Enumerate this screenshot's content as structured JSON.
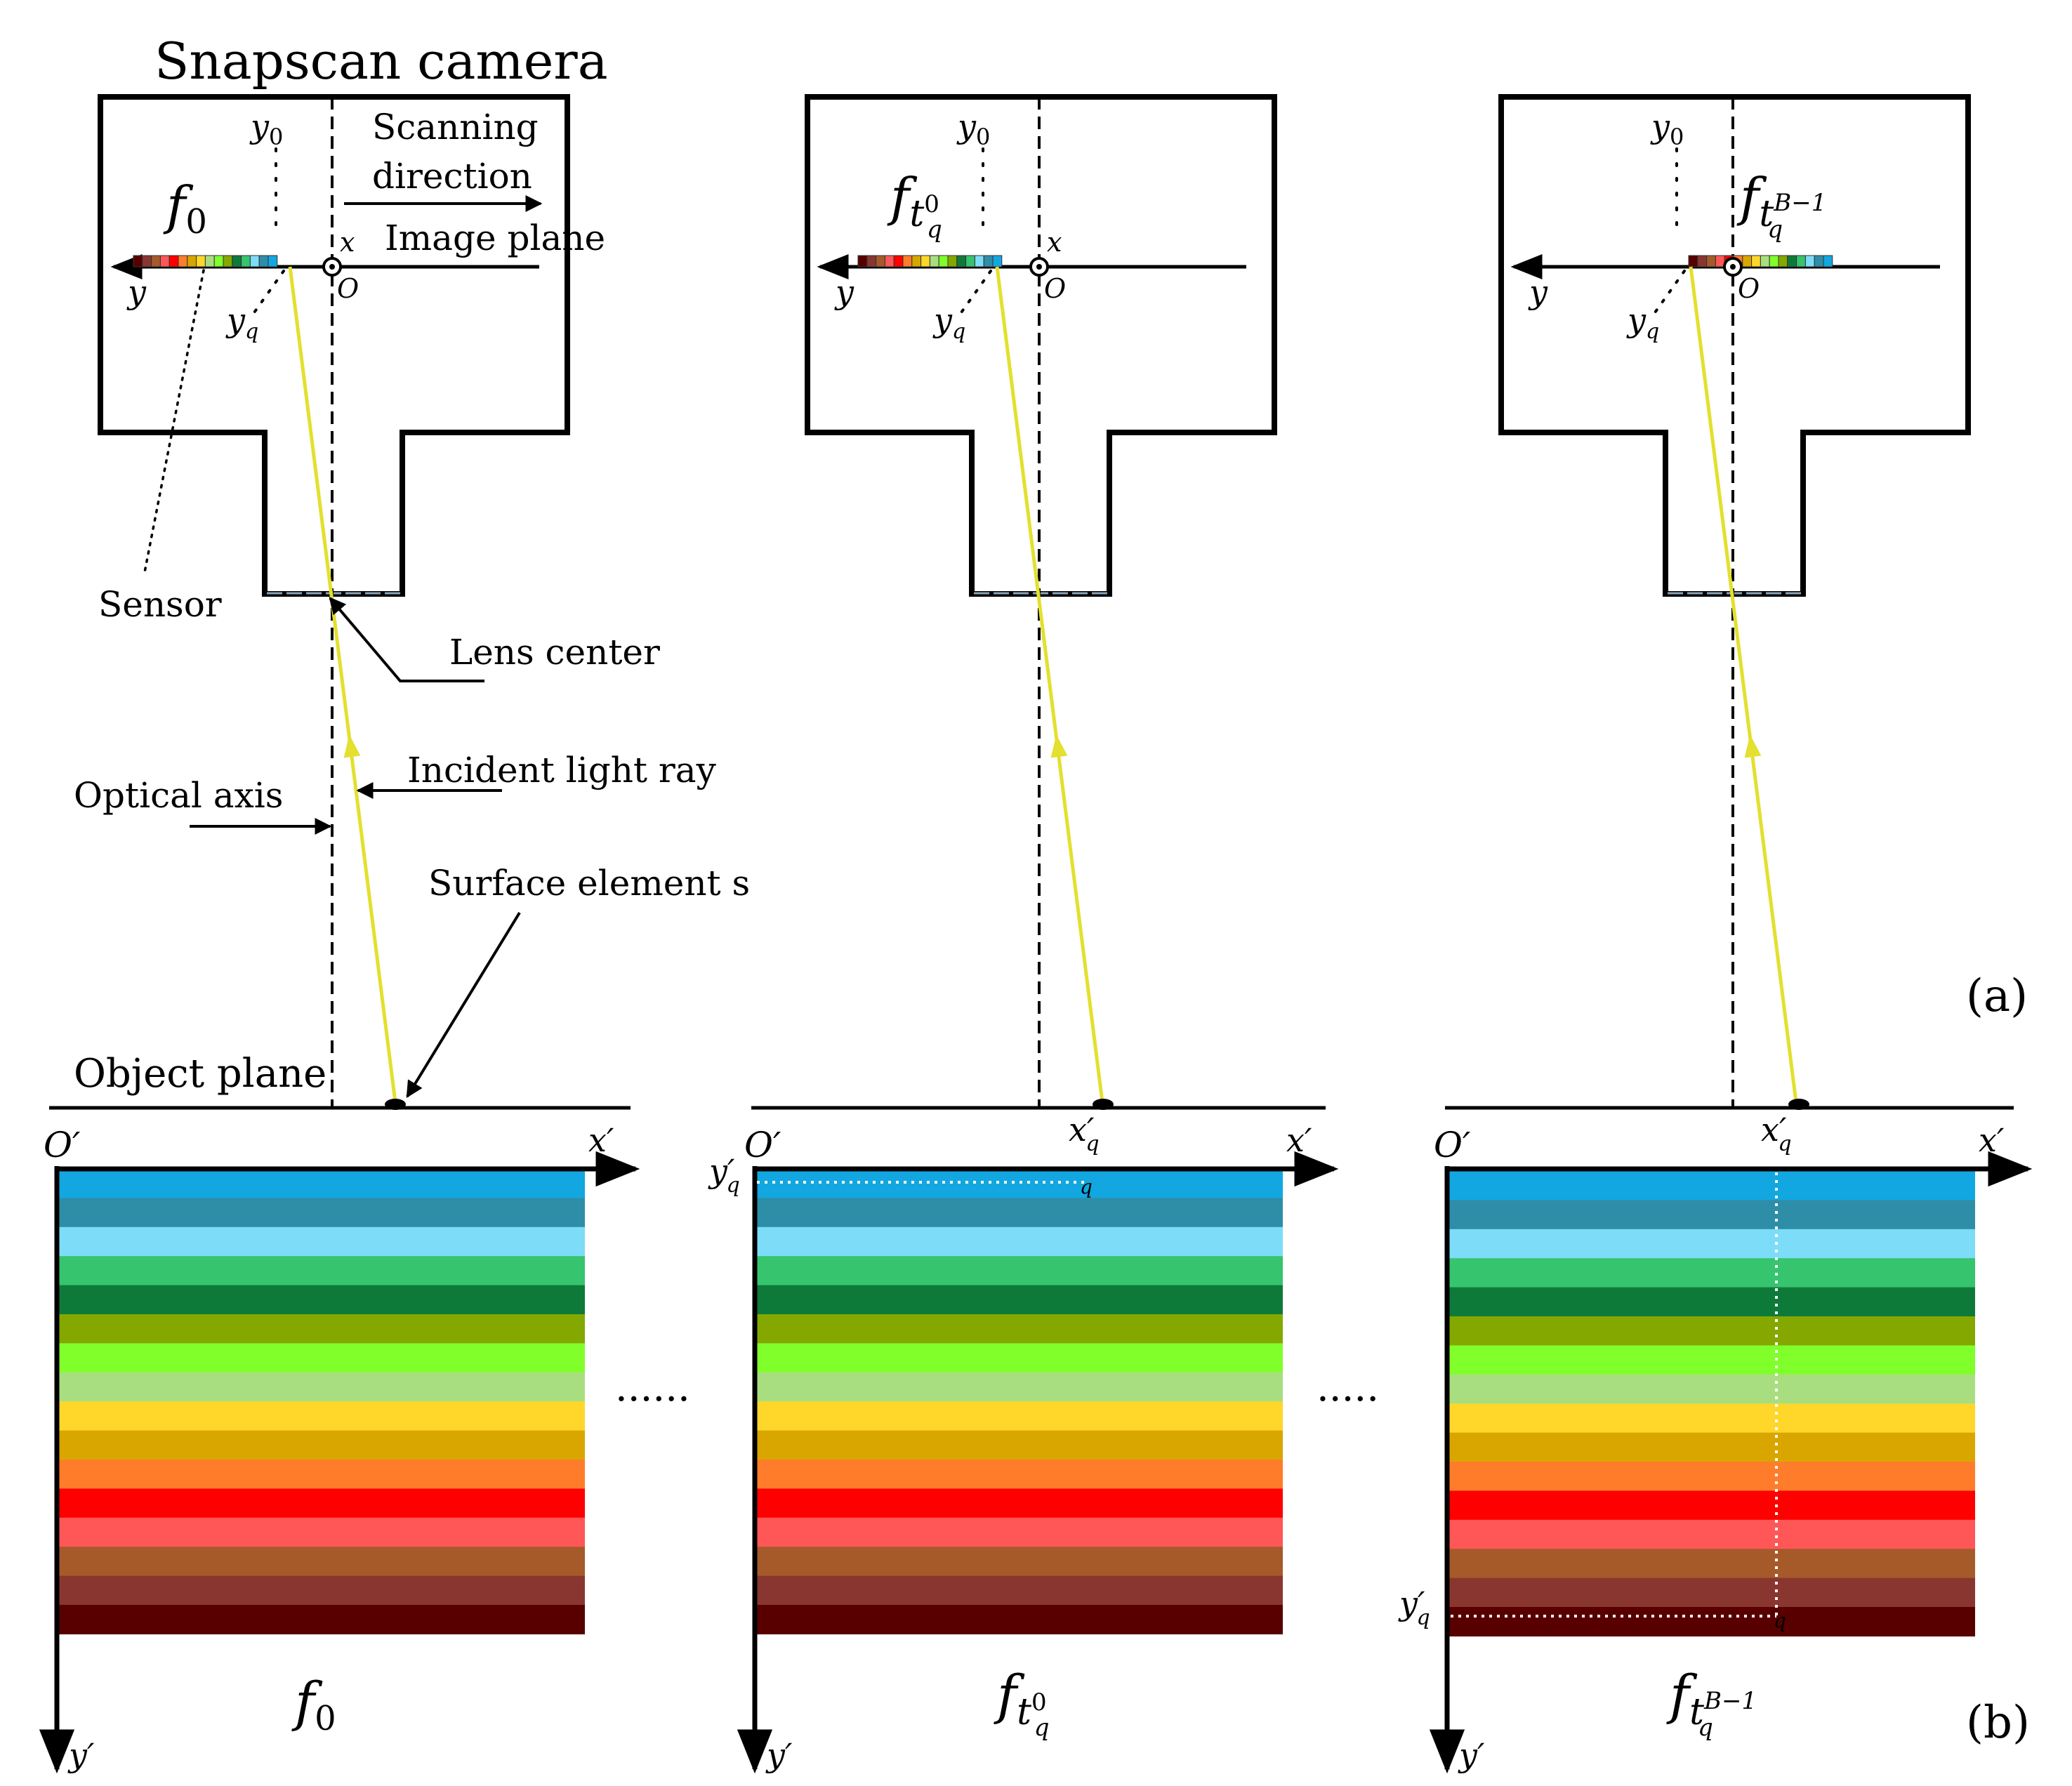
{
  "title": "Snapscan camera",
  "labels": {
    "scanning": "Scanning",
    "direction": "direction",
    "image_plane": "Image plane",
    "sensor": "Sensor",
    "lens_center": "Lens center",
    "incident_ray": "Incident light ray",
    "optical_axis": "Optical axis",
    "surface_element": "Surface element",
    "surface_symbol": "s",
    "object_plane": "Object plane",
    "panel_a": "(a)",
    "panel_b": "(b)",
    "y0_base": "y",
    "y0_sub": "0",
    "x_axis": "x",
    "y_axis": "y",
    "origin": "O",
    "yq_base": "y",
    "yq_sub": "q",
    "f_base": "f",
    "f0_sub": "0",
    "t_base": "t",
    "t0_sup": "0",
    "tB_sup": "B−1",
    "q_sub": "q",
    "O_prime": "O′",
    "x_prime": "x′",
    "y_prime": "y′",
    "xq_prime_base": "x′",
    "yq_prime_base": "y′",
    "point_q": "q",
    "ellipsis1": "......",
    "ellipsis2": "....."
  },
  "band_colors": [
    "#12a7e0",
    "#2e8ea8",
    "#7ddcf7",
    "#36c46e",
    "#0e7a3a",
    "#84a800",
    "#80ff2a",
    "#a8de80",
    "#ffd62a",
    "#d9a600",
    "#ff7d2a",
    "#ff0000",
    "#ff5757",
    "#a65a2a",
    "#8a3630",
    "#580000"
  ],
  "sensor_colors": [
    "#580000",
    "#8a3630",
    "#a65a2a",
    "#ff5757",
    "#ff0000",
    "#ff7d2a",
    "#d9a600",
    "#ffd62a",
    "#a8de80",
    "#80ff2a",
    "#84a800",
    "#0e7a3a",
    "#36c46e",
    "#7ddcf7",
    "#2e8ea8",
    "#12a7e0"
  ],
  "ray_color": "#e3e030",
  "dot_color": "#ffffff"
}
